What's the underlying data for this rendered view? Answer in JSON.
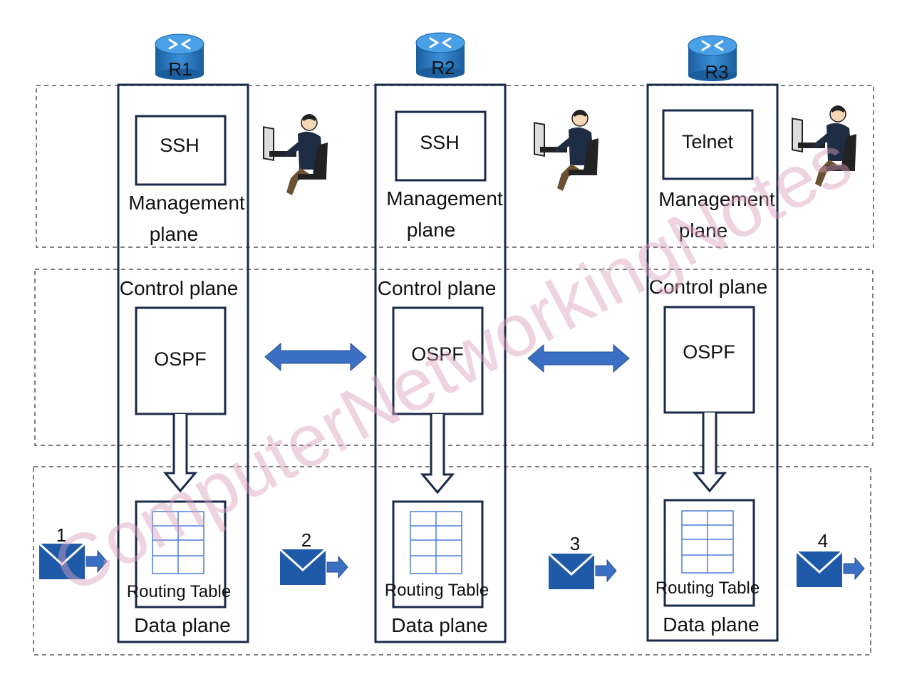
{
  "routers": [
    {
      "name": "R1",
      "mgmt_protocol": "SSH",
      "mgmt_label_1": "Management",
      "mgmt_label_2": "plane",
      "control_label": "Control plane",
      "routing_protocol": "OSPF",
      "table_label": "Routing Table",
      "data_label": "Data plane"
    },
    {
      "name": "R2",
      "mgmt_protocol": "SSH",
      "mgmt_label_1": "Management",
      "mgmt_label_2": "plane",
      "control_label": "Control plane",
      "routing_protocol": "OSPF",
      "table_label": "Routing Table",
      "data_label": "Data plane"
    },
    {
      "name": "R3",
      "mgmt_protocol": "Telnet",
      "mgmt_label_1": "Management",
      "mgmt_label_2": "plane",
      "control_label": "Control plane",
      "routing_protocol": "OSPF",
      "table_label": "Routing Table",
      "data_label": "Data plane"
    }
  ],
  "packets": [
    "1",
    "2",
    "3",
    "4"
  ],
  "watermark": "ComputerNetworkingNotes",
  "colors": {
    "router": "#1f6fb5",
    "frame": "#1a2a4a",
    "arrow": "#3a6fc4",
    "envelope": "#1f5aa8",
    "watermark": "#d9a0bd",
    "table_grid": "#4a7ed6"
  }
}
